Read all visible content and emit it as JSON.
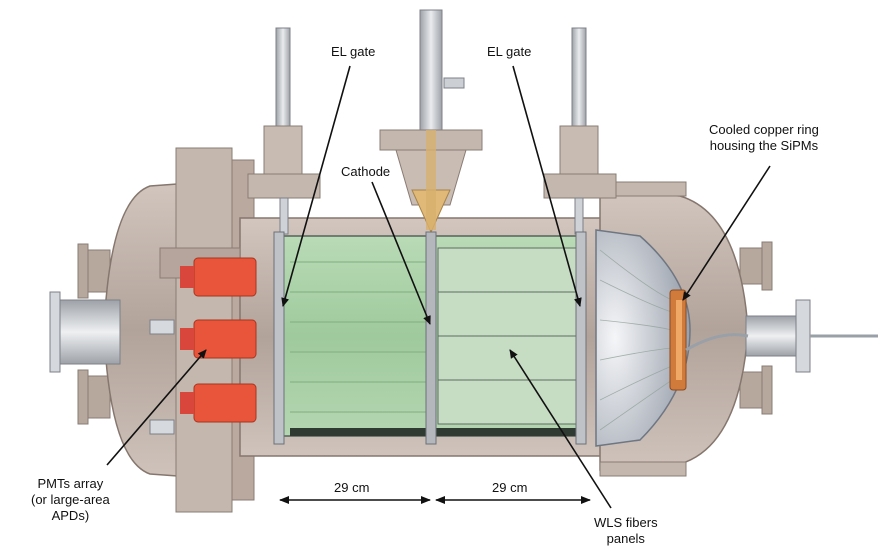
{
  "labels": {
    "el_gate_left": "EL gate",
    "el_gate_right": "EL gate",
    "cathode": "Cathode",
    "copper_ring_line1": "Cooled copper ring",
    "copper_ring_line2": "housing the SiPMs",
    "pmts_line1": "PMTs array",
    "pmts_line2": "(or large-area",
    "pmts_line3": "APDs)",
    "wls_line1": "WLS fibers",
    "wls_line2": "panels"
  },
  "dimensions": {
    "left_span": "29 cm",
    "right_span": "29 cm"
  },
  "colors": {
    "vessel": "#b9aaa0",
    "vessel_dark": "#8f8079",
    "steel": "#c9ccd0",
    "pmt": "#e8553a",
    "fibers": "#a9cfa8",
    "copper": "#d07a3c"
  }
}
